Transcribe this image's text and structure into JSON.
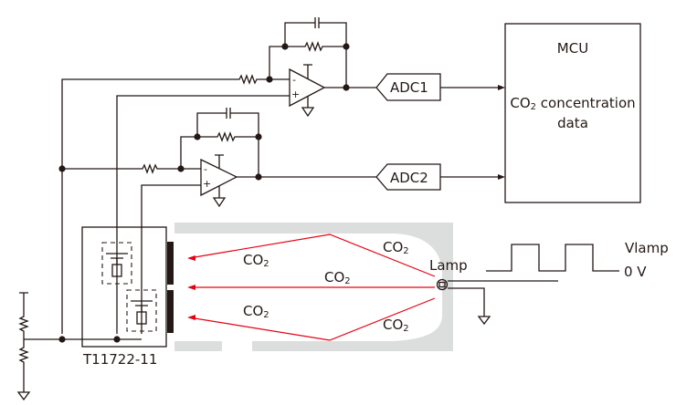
{
  "mcu": {
    "title": "MCU",
    "line1_prefix": "CO",
    "line1_sub": "2",
    "line1_suffix": " concentration",
    "line2": "data"
  },
  "adc": [
    {
      "label": "ADC1"
    },
    {
      "label": "ADC2"
    }
  ],
  "detector": {
    "part_number": "T11722-11"
  },
  "lamp": {
    "label": "Lamp"
  },
  "waveform": {
    "label": "Vlamp",
    "baseline_label": "0 V"
  },
  "gas": {
    "prefix": "CO",
    "sub": "2"
  },
  "opamp": {
    "minus": "-",
    "plus": "+"
  },
  "colors": {
    "ray": "#e60012",
    "chamber": "#dcdddd",
    "wire": "#231815"
  }
}
